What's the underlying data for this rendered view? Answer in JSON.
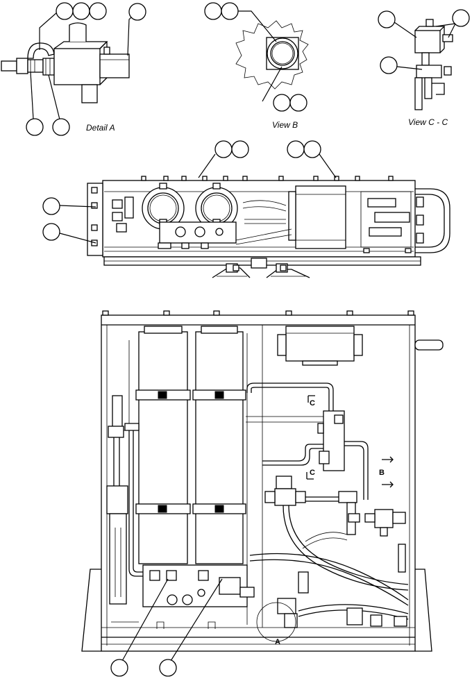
{
  "captions": {
    "detail_a": "Detail A",
    "view_b": "View B",
    "view_cc": "View C - C"
  },
  "section_marks": {
    "c_upper": "C",
    "c_lower": "C",
    "b_mark": "B",
    "a_mark": "A"
  }
}
